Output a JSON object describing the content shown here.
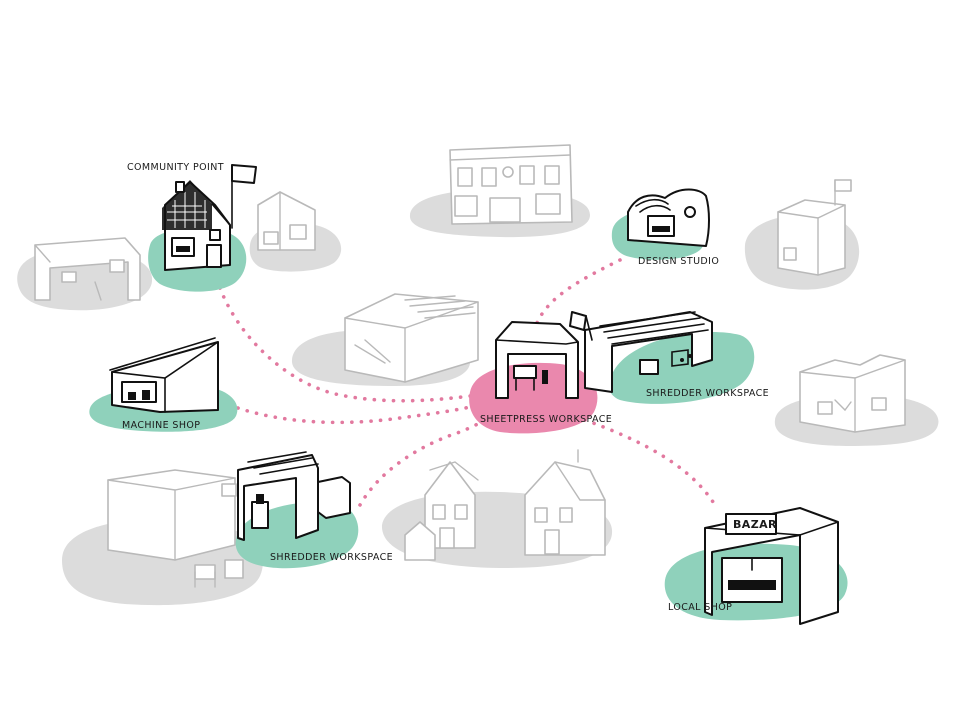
{
  "labels": {
    "community_point": "COMMUNITY POINT",
    "design_studio": "DESIGN STUDIO",
    "machine_shop": "MACHINE SHOP",
    "sheetpress_workspace": "SHEETPRESS WORKSPACE",
    "shredder_workspace_right": "SHREDDER WORKSPACE",
    "shredder_workspace_left": "SHREDDER WORKSPACE",
    "local_shop": "LOCAL SHOP",
    "bazar_sign": "BAZAR"
  },
  "colors": {
    "path_dots": "#e2799f",
    "active_blob": "#ea88ad",
    "node_blob": "#8fd1bb",
    "ghost_blob": "#dcdcdc",
    "ink": "#111111"
  },
  "icons": {
    "flag": "recycle-flag-icon",
    "building": "building-icon"
  }
}
